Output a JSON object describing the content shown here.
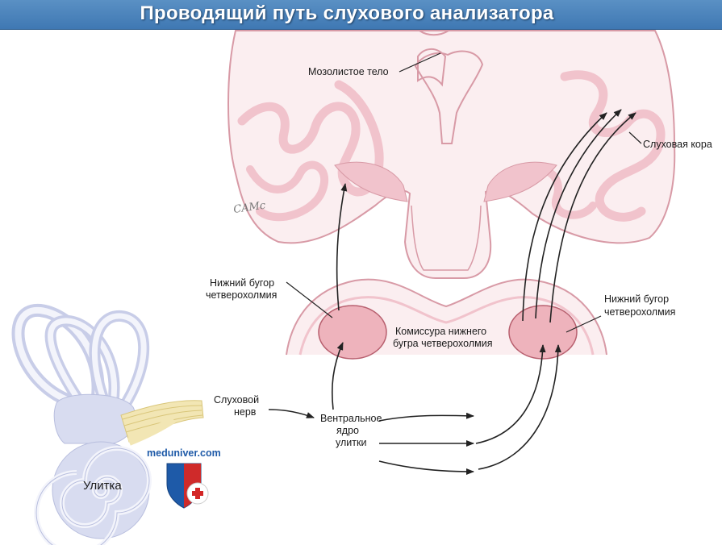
{
  "title": "Проводящий путь слухового анализатора",
  "labels": {
    "corpus_callosum": "Мозолистое тело",
    "auditory_cortex": "Слуховая кора",
    "inferior_colliculus_left": [
      "Нижний бугор",
      "четверохолмия"
    ],
    "inferior_colliculus_right": [
      "Нижний бугор",
      "четверохолмия"
    ],
    "commissure": [
      "Комиссура нижнего",
      "бугра четверохолмия"
    ],
    "auditory_nerve": [
      "Слуховой",
      "нерв"
    ],
    "ventral_nucleus": [
      "Вентральное",
      "ядро",
      "улитки"
    ],
    "cochlea": "Улитка"
  },
  "watermark": "meduniver.com",
  "signature": "CAMc",
  "colors": {
    "title_bar": "#4a84bd",
    "brain_fill": "#fbeef0",
    "brain_outline": "#d89aa6",
    "gray_matter": "#f1c3cc",
    "colliculus": "#eeb3bc",
    "inner_ear": "#d8dcf0",
    "nerve": "#f2e6b4"
  }
}
